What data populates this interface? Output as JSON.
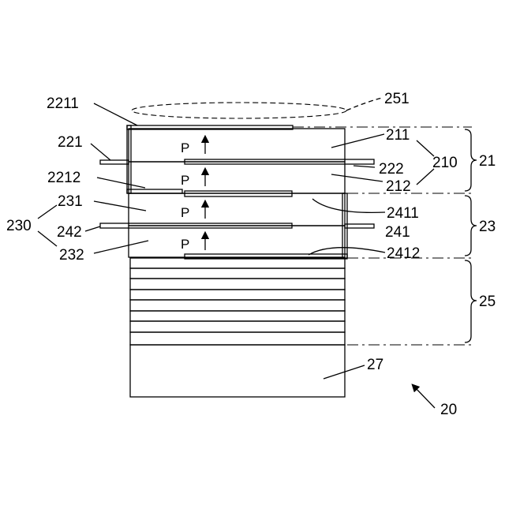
{
  "figure_number": "20",
  "layers": {
    "stack_1": "21",
    "stack_2": "23",
    "stack_3": "25",
    "substrate": "27"
  },
  "piezo": {
    "group_1": "210",
    "group_1_upper": "211",
    "group_1_lower": "212",
    "group_2": "230",
    "group_2_upper": "231",
    "group_2_lower": "232"
  },
  "electrodes": {
    "lead_left_top": "221",
    "lead_right_mid": "222",
    "top_plate": "2211",
    "mid_plate": "2212",
    "lead_right_lower": "241",
    "lead_left_lower": "242",
    "plate_2411": "2411",
    "plate_2412": "2412"
  },
  "focus_region": "251",
  "polarization_symbol": "P"
}
